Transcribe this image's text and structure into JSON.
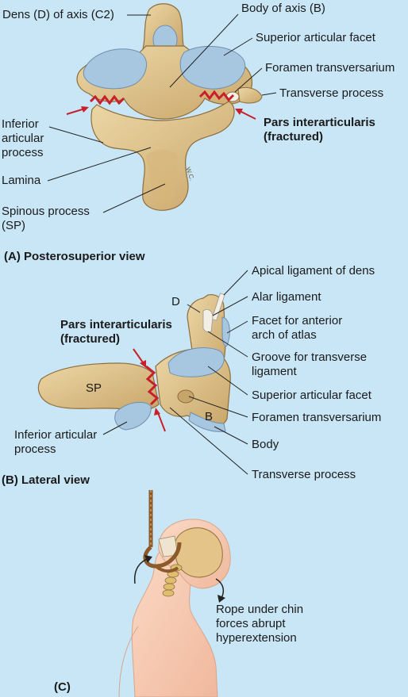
{
  "colors": {
    "background": "#c9e6f6",
    "bone": "#dcc08a",
    "bone_dark": "#a6854e",
    "cartilage": "#a7c6e0",
    "fracture": "#c8202b",
    "skin": "#f6c9b1",
    "rope": "#8a5a2b"
  },
  "panel_a": {
    "title": "(A) Posterosuperior view",
    "labels": {
      "dens": "Dens (D) of axis (C2)",
      "body": "Body of axis (B)",
      "superior_facet": "Superior articular facet",
      "foramen": "Foramen transversarium",
      "transverse": "Transverse process",
      "pars_line1": "Pars interarticularis",
      "pars_line2": "(fractured)",
      "inferior": "Inferior\narticular\nprocess",
      "lamina": "Lamina",
      "spinous": "Spinous process\n(SP)",
      "signature": "W.C."
    }
  },
  "panel_b": {
    "title": "(B) Lateral view",
    "labels": {
      "apical": "Apical ligament of dens",
      "alar": "Alar ligament",
      "facet_atlas": "Facet for anterior\narch of atlas",
      "groove": "Groove for transverse\nligament",
      "superior_facet": "Superior articular facet",
      "foramen": "Foramen transversarium",
      "body": "Body",
      "transverse": "Transverse process",
      "pars_line1": "Pars interarticularis",
      "pars_line2": "(fractured)",
      "inferior": "Inferior articular\nprocess",
      "sp": "SP",
      "d": "D",
      "b": "B"
    }
  },
  "panel_c": {
    "title": "(C)",
    "caption": "Rope under chin\nforces abrupt\nhyperextension"
  }
}
